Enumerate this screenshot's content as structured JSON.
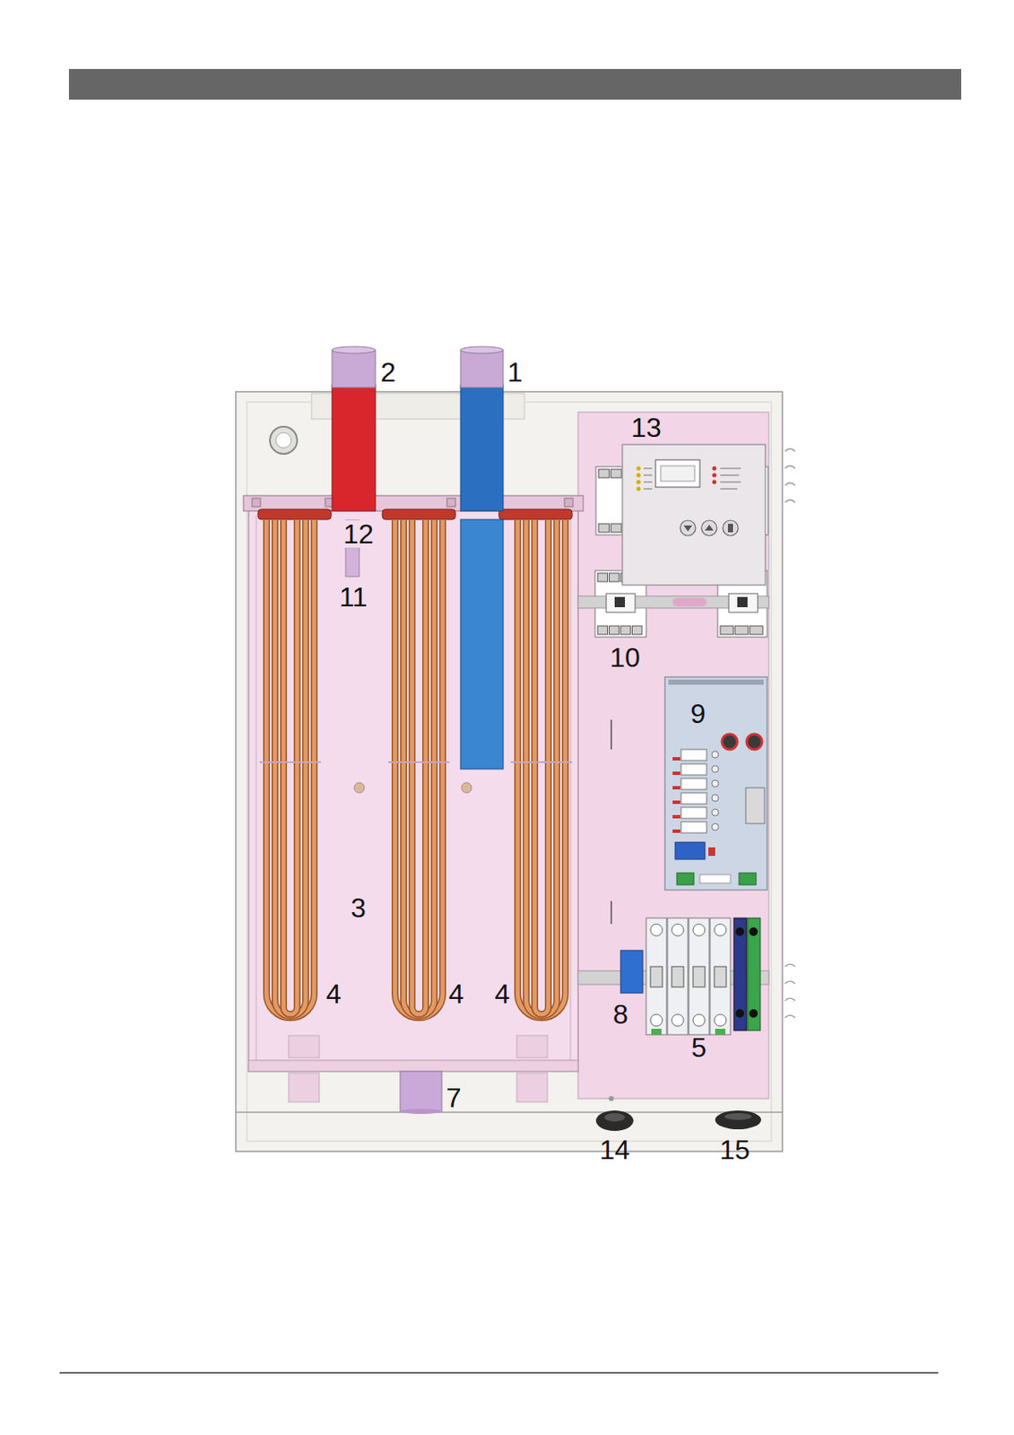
{
  "diagram": {
    "labels": [
      "2",
      "1",
      "13",
      "12",
      "11",
      "10",
      "9",
      "3",
      "4",
      "4",
      "4",
      "8",
      "5",
      "7",
      "14",
      "15"
    ]
  }
}
